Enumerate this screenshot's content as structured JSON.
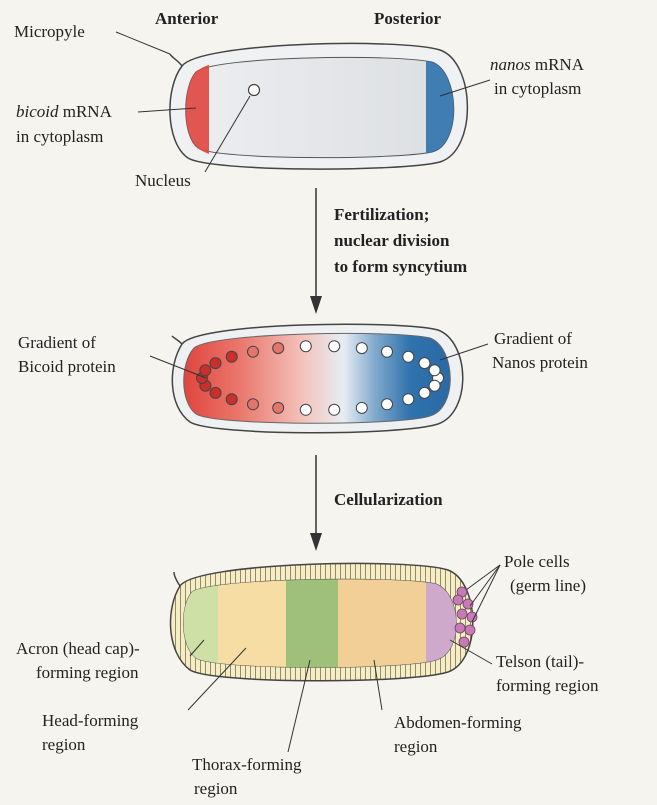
{
  "colors": {
    "bicoid": "#e0453e",
    "nanos": "#2f72ad",
    "acron": "#cfe0a6",
    "head": "#f5dda3",
    "thorax": "#9fc07a",
    "abdomen": "#f2cf96",
    "telson": "#cfa9cc",
    "pole": "#c77bb5",
    "egg": "#dfe3e6",
    "outline": "#444444"
  },
  "stage1": {
    "anterior": "Anterior",
    "posterior": "Posterior",
    "micropyle": "Micropyle",
    "bicoid_italic": "bicoid",
    "bicoid_rest": " mRNA",
    "bicoid_line2": "in cytoplasm",
    "nanos_italic": "nanos",
    "nanos_rest": " mRNA",
    "nanos_line2": "in cytoplasm",
    "nucleus": "Nucleus"
  },
  "step1": {
    "line1": "Fertilization;",
    "line2": "nuclear division",
    "line3": "to form syncytium"
  },
  "stage2": {
    "bicoid_gradient_l1": "Gradient of",
    "bicoid_gradient_l2": "Bicoid protein",
    "nanos_gradient_l1": "Gradient of",
    "nanos_gradient_l2": "Nanos protein"
  },
  "step2": {
    "line1": "Cellularization"
  },
  "stage3": {
    "pole_l1": "Pole cells",
    "pole_l2": "(germ line)",
    "acron_l1": "Acron (head cap)-",
    "acron_l2": "forming region",
    "telson_l1": "Telson (tail)-",
    "telson_l2": "forming region",
    "head_l1": "Head-forming",
    "head_l2": "region",
    "abdomen_l1": "Abdomen-forming",
    "abdomen_l2": "region",
    "thorax_l1": "Thorax-forming",
    "thorax_l2": "region"
  }
}
